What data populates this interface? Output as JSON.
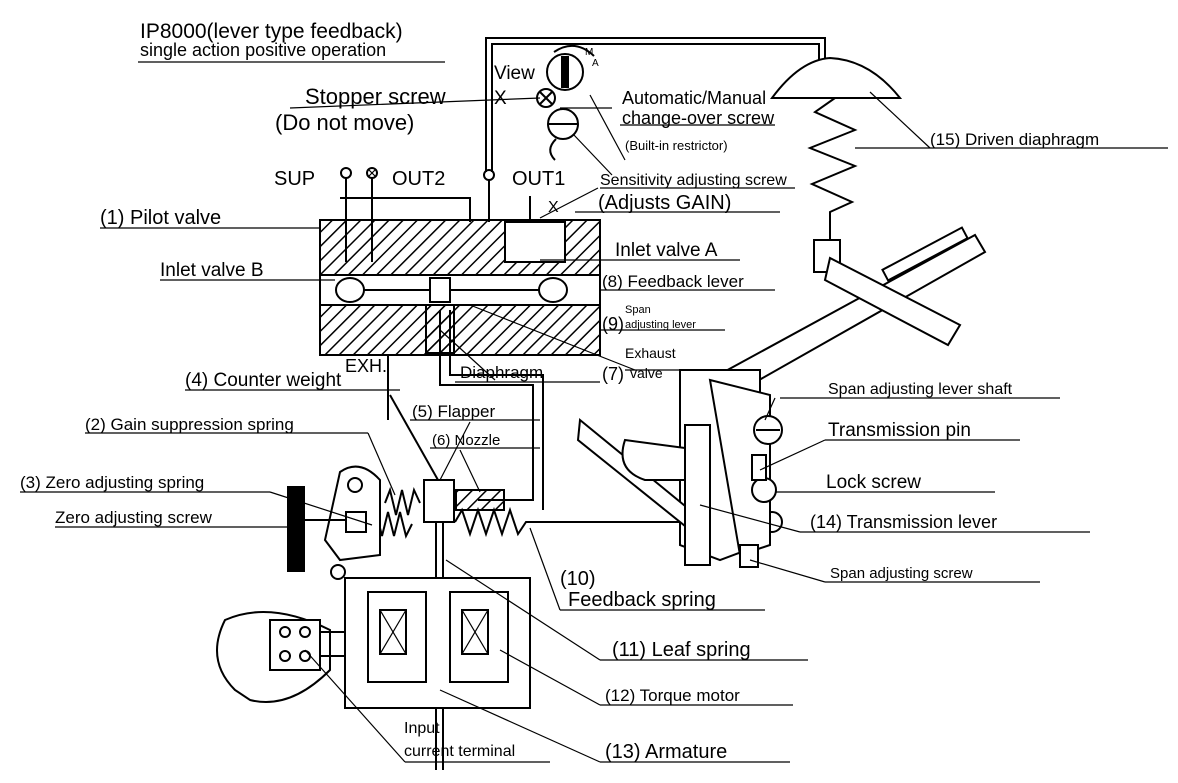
{
  "title_line1": "IP8000(lever type feedback)",
  "title_line2": "single action positive operation",
  "view_label": "View",
  "view_x": "X",
  "dial_marks": {
    "m": "M",
    "a": "A"
  },
  "ports": {
    "sup": "SUP",
    "out2": "OUT2",
    "out1": "OUT1",
    "exh": "EXH.",
    "x_mark": "X"
  },
  "labels": {
    "stopper_screw": "Stopper screw",
    "do_not_move": "(Do not move)",
    "auto_manual_1": "Automatic/Manual",
    "auto_manual_2": "change-over screw",
    "builtin_restrictor": "(Built-in restrictor)",
    "sensitivity_1": "Sensitivity adjusting screw",
    "sensitivity_2": "(Adjusts GAIN)",
    "pilot_valve": "(1) Pilot valve",
    "inlet_valve_b": "Inlet valve B",
    "inlet_valve_a": "Inlet valve A",
    "feedback_lever": "(8) Feedback lever",
    "span_lever_num": "(9)",
    "span_lever_1": "Span",
    "span_lever_2": "adjusting lever",
    "exhaust_valve_num": "(7)",
    "exhaust_valve_1": "Exhaust",
    "exhaust_valve_2": "valve",
    "diaphragm": "Diaphragm",
    "counter_weight": "(4) Counter weight",
    "flapper": "(5) Flapper",
    "nozzle": "(6) Nozzle",
    "gain_spring": "(2) Gain suppression spring",
    "zero_spring": "(3) Zero adjusting spring",
    "zero_screw": "Zero adjusting screw",
    "driven_diaphragm": "(15) Driven diaphragm",
    "span_shaft": "Span adjusting lever shaft",
    "transmission_pin": "Transmission pin",
    "lock_screw": "Lock screw",
    "transmission_lever": "(14) Transmission lever",
    "span_screw": "Span adjusting screw",
    "feedback_spring_num": "(10)",
    "feedback_spring": "Feedback spring",
    "leaf_spring": "(11) Leaf spring",
    "torque_motor": "(12) Torque motor",
    "armature": "(13) Armature",
    "input_terminal_1": "Input",
    "input_terminal_2": "current terminal"
  }
}
